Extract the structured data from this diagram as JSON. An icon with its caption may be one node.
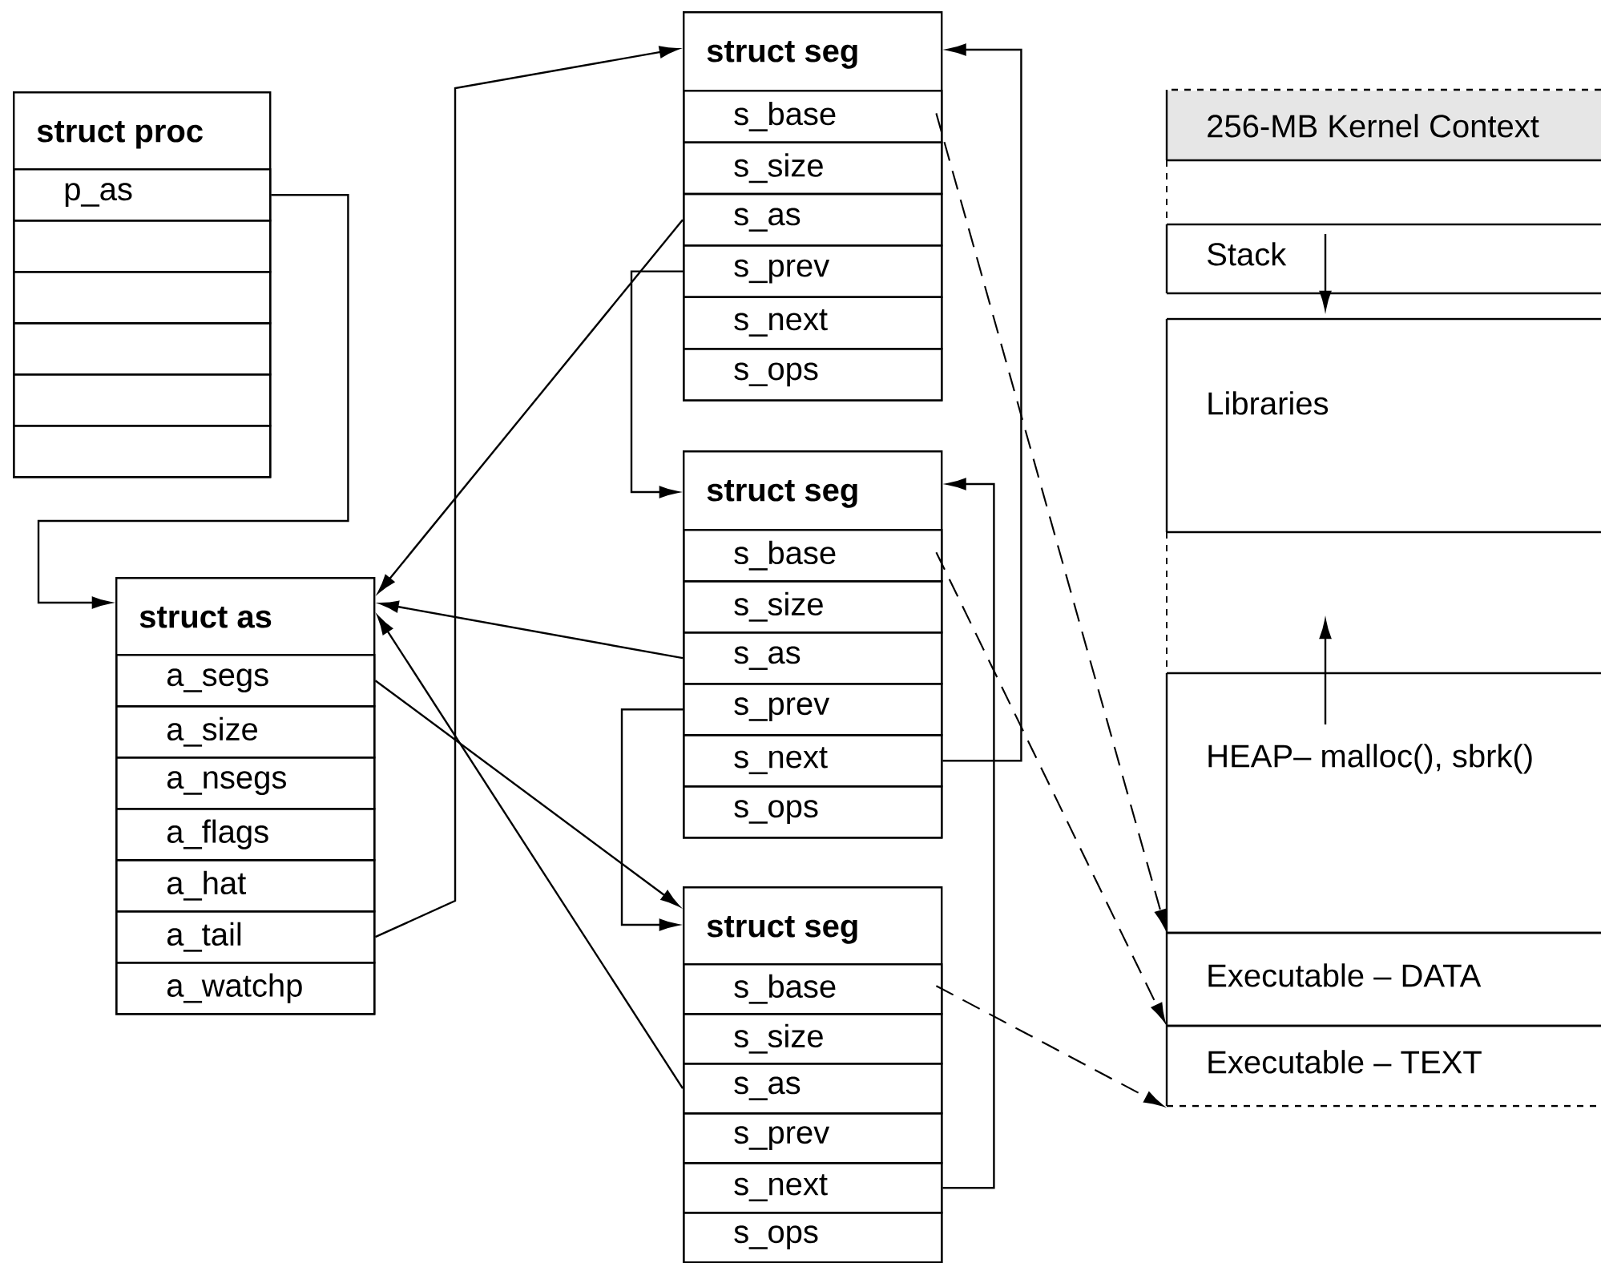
{
  "diagram": {
    "nodes": [
      {
        "text": [
          "struct proc"
        ]
      },
      {
        "text": [
          "p_as"
        ],
        "in": 0
      },
      {
        "text": [],
        "shape": "box",
        "in": 0
      },
      {
        "text": [],
        "shape": "box",
        "in": 0
      },
      {
        "text": [],
        "shape": "box",
        "in": 0
      },
      {
        "text": [],
        "shape": "box",
        "in": 0
      },
      {
        "text": [],
        "shape": "box",
        "in": 0
      },
      {
        "text": [
          "struct as"
        ]
      },
      {
        "text": [
          "a_segs"
        ],
        "in": 7
      },
      {
        "text": [
          "a_size"
        ],
        "in": 7
      },
      {
        "text": [
          "a_nsegs"
        ],
        "in": 7
      },
      {
        "text": [
          "a_flags"
        ],
        "in": 7
      },
      {
        "text": [
          "a_hat"
        ],
        "in": 7
      },
      {
        "text": [
          "a_tail"
        ],
        "in": 7
      },
      {
        "text": [
          "a_watchp"
        ],
        "in": 7
      },
      {
        "text": [
          "struct seg"
        ]
      },
      {
        "text": [
          "s_base"
        ],
        "in": 15
      },
      {
        "text": [
          "s_size"
        ],
        "in": 15
      },
      {
        "text": [
          "s_as"
        ],
        "in": 15
      },
      {
        "text": [
          "s_prev"
        ],
        "in": 15
      },
      {
        "text": [
          "s_next"
        ],
        "in": 15
      },
      {
        "text": [
          "s_ops"
        ],
        "in": 15
      },
      {
        "text": [
          "struct seg"
        ]
      },
      {
        "text": [
          "s_base"
        ],
        "in": 22
      },
      {
        "text": [
          "s_size"
        ],
        "in": 22
      },
      {
        "text": [
          "s_as"
        ],
        "in": 22
      },
      {
        "text": [
          "s_prev"
        ],
        "in": 22
      },
      {
        "text": [
          "s_next"
        ],
        "in": 22
      },
      {
        "text": [
          "s_ops"
        ],
        "in": 22
      },
      {
        "text": [
          "struct seg"
        ]
      },
      {
        "text": [
          "s_base"
        ],
        "in": 29
      },
      {
        "text": [
          "s_size"
        ],
        "in": 29
      },
      {
        "text": [
          "s_as"
        ],
        "in": 29
      },
      {
        "text": [
          "s_prev"
        ],
        "in": 29
      },
      {
        "text": [
          "s_next"
        ],
        "in": 29
      },
      {
        "text": [
          "s_ops"
        ],
        "in": 29
      },
      {
        "text": [
          "256-MB Kernel Context"
        ]
      },
      {
        "text": [
          "Stack"
        ]
      },
      {
        "text": [
          "Libraries"
        ]
      },
      {
        "text": [
          "HEAP– malloc(), sbrk()"
        ]
      },
      {
        "text": [
          "Executable – DATA"
        ]
      },
      {
        "text": [
          "Executable – TEXT"
        ]
      }
    ],
    "edges": [
      {
        "from": 1,
        "to": 7,
        "arrow": "to"
      },
      {
        "from": 8,
        "to": 29,
        "arrow": "to"
      },
      {
        "from": 13,
        "to": 15,
        "arrow": "to"
      },
      {
        "from": 18,
        "to": 7,
        "arrow": "to"
      },
      {
        "from": 19,
        "to": 22,
        "arrow": "to"
      },
      {
        "from": 25,
        "to": 7,
        "arrow": "to"
      },
      {
        "from": 26,
        "to": 29,
        "arrow": "to"
      },
      {
        "from": 27,
        "to": 15,
        "arrow": "to"
      },
      {
        "from": 32,
        "to": 7,
        "arrow": "to"
      },
      {
        "from": 34,
        "to": 22,
        "arrow": "to"
      },
      {
        "from": 16,
        "to": 40,
        "arrow": "to",
        "style": "dashed"
      },
      {
        "from": 23,
        "to": 41,
        "arrow": "to",
        "style": "dashed"
      },
      {
        "from": 30,
        "to": 41,
        "arrow": "to",
        "style": "dashed"
      }
    ]
  }
}
